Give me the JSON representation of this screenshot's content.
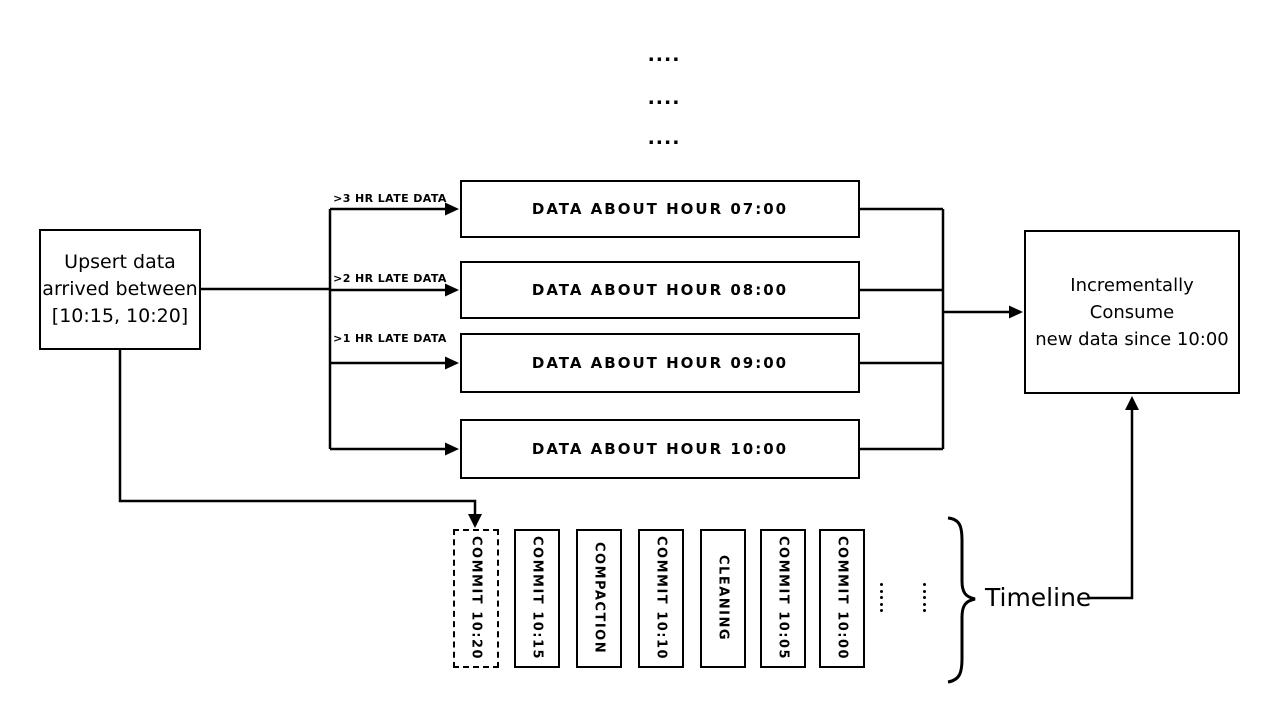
{
  "diagram": {
    "colors": {
      "ink": "#000000",
      "background": "#ffffff"
    },
    "top_ellipsis": {
      "rows": [
        "....",
        "....",
        "...."
      ]
    },
    "upsert_box": {
      "line1": "Upsert data",
      "line2": "arrived between",
      "line3": "[10:15, 10:20]"
    },
    "late_arrows": {
      "labels": [
        ">3 HR LATE DATA",
        ">2 HR LATE DATA",
        ">1 HR LATE DATA"
      ]
    },
    "data_boxes": [
      {
        "label": "DATA ABOUT HOUR 07:00"
      },
      {
        "label": "DATA ABOUT HOUR 08:00"
      },
      {
        "label": "DATA ABOUT HOUR 09:00"
      },
      {
        "label": "DATA ABOUT HOUR 10:00"
      }
    ],
    "consume_box": {
      "line1": "Incrementally Consume",
      "line2": "new data since 10:00"
    },
    "timeline": {
      "label": "Timeline",
      "entries": [
        {
          "label": "COMMIT 10:20",
          "style": "dashed"
        },
        {
          "label": "COMMIT 10:15",
          "style": "solid"
        },
        {
          "label": "COMPACTION",
          "style": "solid"
        },
        {
          "label": "COMMIT 10:10",
          "style": "solid"
        },
        {
          "label": "CLEANING",
          "style": "solid"
        },
        {
          "label": "COMMIT 10:05",
          "style": "solid"
        },
        {
          "label": "COMMIT 10:00",
          "style": "solid"
        }
      ]
    }
  }
}
